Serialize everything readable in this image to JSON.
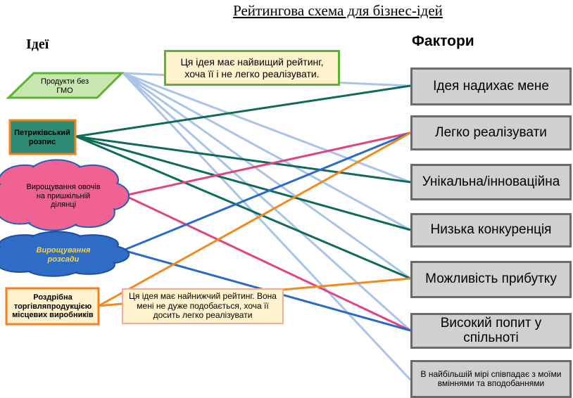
{
  "title": "Рейтингова схема для бізнес-ідей",
  "ideas_heading": "Ідеї",
  "factors_heading": "Фактори",
  "ideas": [
    {
      "id": "gmo",
      "label": "Продукти без ГМО",
      "shape": "parallelogram",
      "fill": "#c8e6b0",
      "stroke": "#5cb531"
    },
    {
      "id": "petr",
      "label": "Петриківський розпис",
      "shape": "rectangle",
      "fill": "#2e8b73",
      "stroke": "#f28020"
    },
    {
      "id": "veg",
      "label": "Вирощування овочів на пришкільній ділянці",
      "shape": "cloud",
      "fill": "#f06292",
      "stroke": "#1f5fbf"
    },
    {
      "id": "seed",
      "label": "Вирощування розсади",
      "shape": "cloud",
      "fill": "#2f6cc8",
      "stroke": "#1f4fa0"
    },
    {
      "id": "retail",
      "label": "Роздрібна торгівляпродукцією місцевих виробників",
      "shape": "rectangle",
      "fill": "#fff2cc",
      "stroke": "#f28020"
    }
  ],
  "factors": [
    "Ідея надихає мене",
    "Легко реалізувати",
    "Унікальна/інноваційна",
    "Низька конкуренція",
    "Можливість прибутку",
    "Високий попит у спільноті",
    "В найбільшій мірі співпадає з моїми вміннями та вподобаннями"
  ],
  "notes": {
    "top": "Ця ідея має найвищий рейтинг, хоча її і не легко реалізувати.",
    "bottom": "Ця ідея має найнижчий рейтинг. Вона мені не дуже подобається, хоча її досить легко реалізувати"
  },
  "connections": [
    {
      "from": "gmo",
      "to": [
        0,
        2,
        3,
        4,
        5,
        6
      ],
      "color": "#a9c4e8"
    },
    {
      "from": "petr",
      "to": [
        0,
        2,
        3,
        4
      ],
      "color": "#0e6b5a"
    },
    {
      "from": "veg",
      "to": [
        1,
        5
      ],
      "color": "#e0457f"
    },
    {
      "from": "seed",
      "to": [
        1,
        5
      ],
      "color": "#2a6acb"
    },
    {
      "from": "retail",
      "to": [
        1,
        4
      ],
      "color": "#f28a1e"
    }
  ],
  "colors": {
    "factor_fill": "#d0d0d0",
    "factor_stroke": "#6b6b6b",
    "note_top_fill": "#fff2cc",
    "note_top_stroke": "#5cb531",
    "note_bottom_fill": "#fff2cc",
    "note_bottom_stroke": "#f4a9a0"
  }
}
